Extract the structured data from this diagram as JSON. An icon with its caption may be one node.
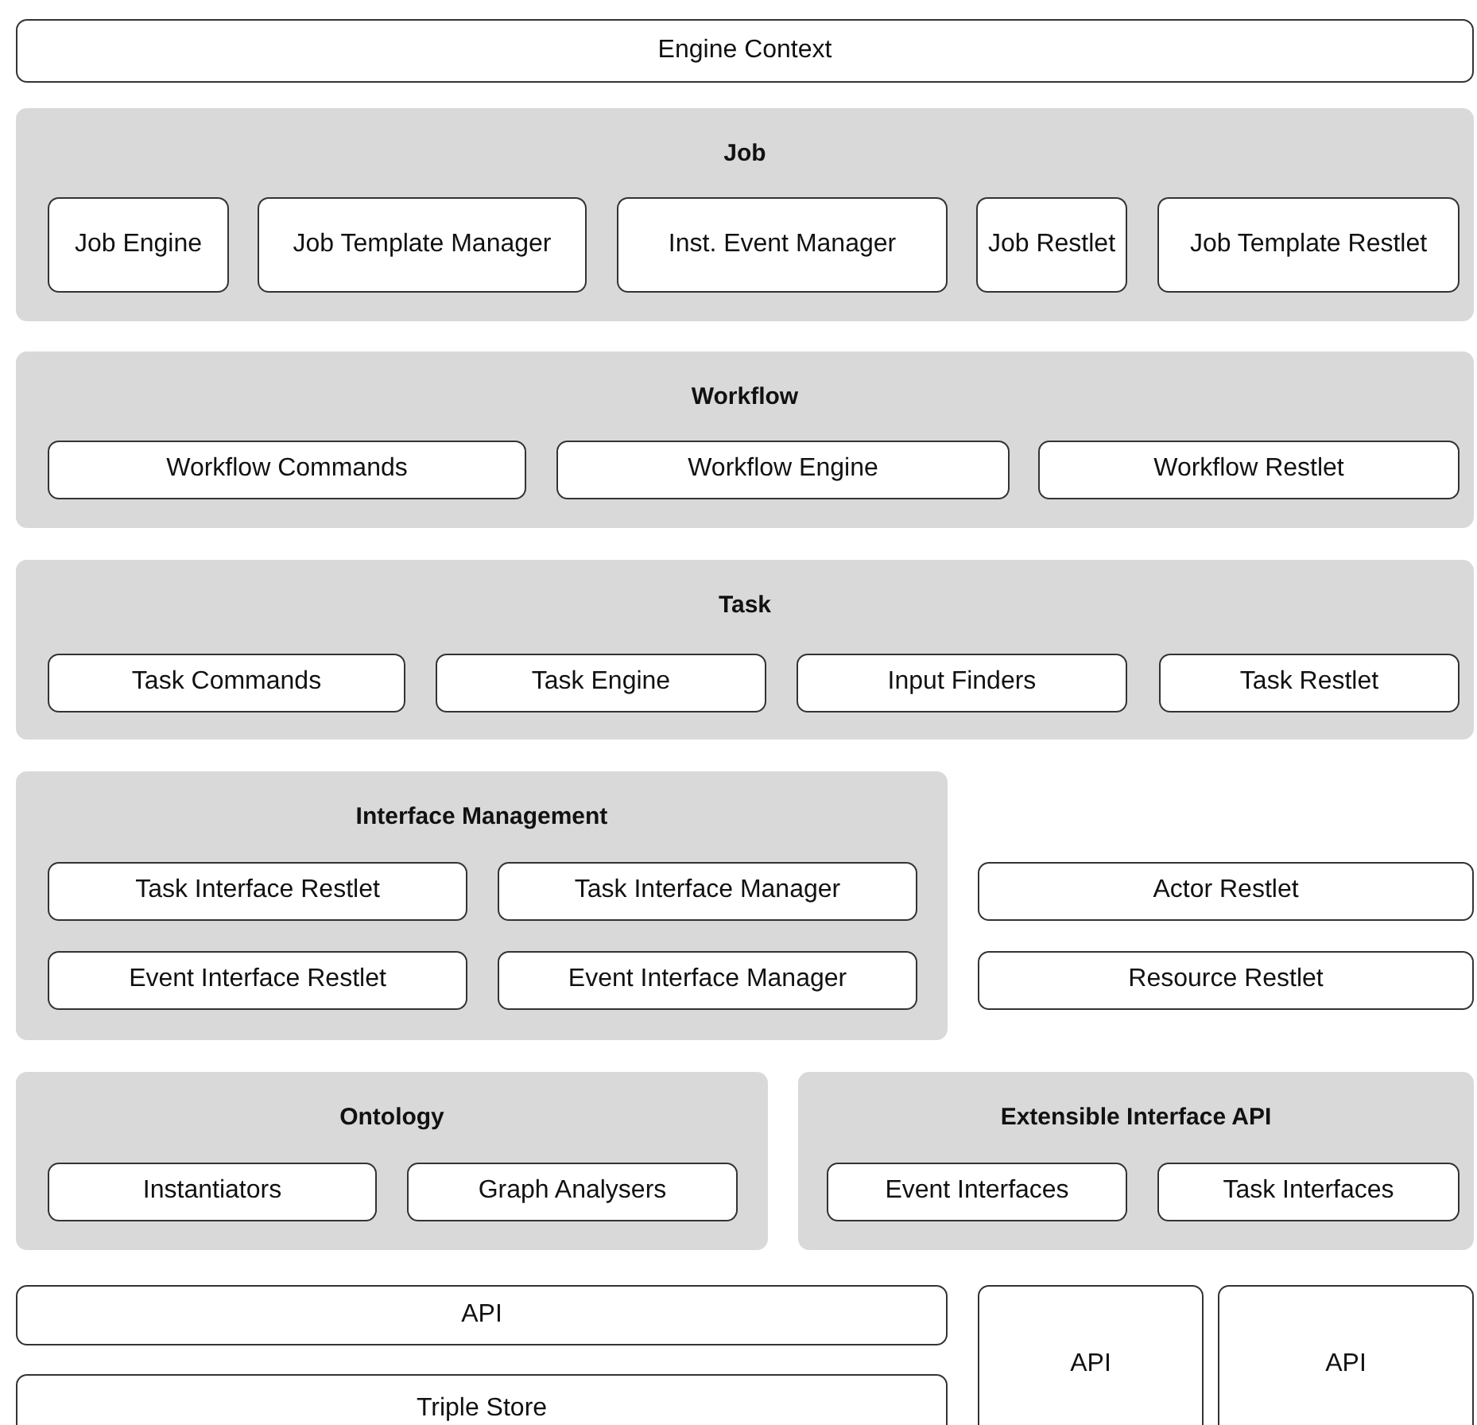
{
  "diagram": {
    "nodes": [
      {
        "text": [
          "Engine Context"
        ]
      },
      {
        "text": [
          "Job"
        ]
      },
      {
        "text": [
          "Job Engine"
        ],
        "in": 1
      },
      {
        "text": [
          "Job Template Manager"
        ],
        "in": 1
      },
      {
        "text": [
          "Inst. Event Manager"
        ],
        "in": 1
      },
      {
        "text": [
          "Job Restlet"
        ],
        "in": 1
      },
      {
        "text": [
          "Job Template Restlet"
        ],
        "in": 1
      },
      {
        "text": [
          "Workflow"
        ]
      },
      {
        "text": [
          "Workflow Commands"
        ],
        "in": 7
      },
      {
        "text": [
          "Workflow Engine"
        ],
        "in": 7
      },
      {
        "text": [
          "Workflow Restlet"
        ],
        "in": 7
      },
      {
        "text": [
          "Task"
        ]
      },
      {
        "text": [
          "Task Commands"
        ],
        "in": 11
      },
      {
        "text": [
          "Task Engine"
        ],
        "in": 11
      },
      {
        "text": [
          "Input Finders"
        ],
        "in": 11
      },
      {
        "text": [
          "Task Restlet"
        ],
        "in": 11
      },
      {
        "text": [
          "Interface Management"
        ]
      },
      {
        "text": [
          "Task Interface Restlet"
        ],
        "in": 16
      },
      {
        "text": [
          "Task Interface Manager"
        ],
        "in": 16
      },
      {
        "text": [
          "Event Interface Restlet"
        ],
        "in": 16
      },
      {
        "text": [
          "Event Interface Manager"
        ],
        "in": 16
      },
      {
        "text": [
          "Actor Restlet"
        ]
      },
      {
        "text": [
          "Resource Restlet"
        ]
      },
      {
        "text": [
          "Ontology"
        ]
      },
      {
        "text": [
          "Instantiators"
        ],
        "in": 23
      },
      {
        "text": [
          "Graph Analysers"
        ],
        "in": 23
      },
      {
        "text": [
          "Extensible Interface API"
        ]
      },
      {
        "text": [
          "Event Interfaces"
        ],
        "in": 26
      },
      {
        "text": [
          "Task Interfaces"
        ],
        "in": 26
      },
      {
        "text": [
          "API"
        ]
      },
      {
        "text": [
          "API"
        ]
      },
      {
        "text": [
          "API"
        ]
      },
      {
        "text": [
          "Triple Store"
        ]
      }
    ]
  }
}
